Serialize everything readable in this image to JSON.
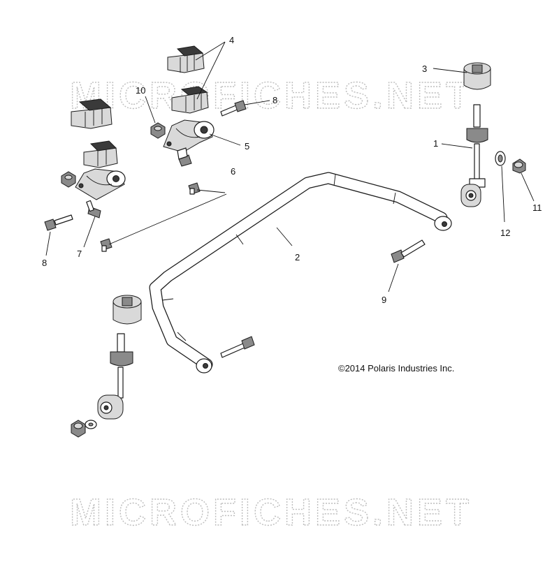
{
  "watermark": "MICROFICHES.NET",
  "copyright": "©2014 Polaris Industries Inc.",
  "callouts": {
    "c1": "1",
    "c2": "2",
    "c3": "3",
    "c4": "4",
    "c5": "5",
    "c6": "6",
    "c7": "7",
    "c8a": "8",
    "c8b": "8",
    "c9": "9",
    "c10": "10",
    "c11": "11",
    "c12": "12"
  }
}
